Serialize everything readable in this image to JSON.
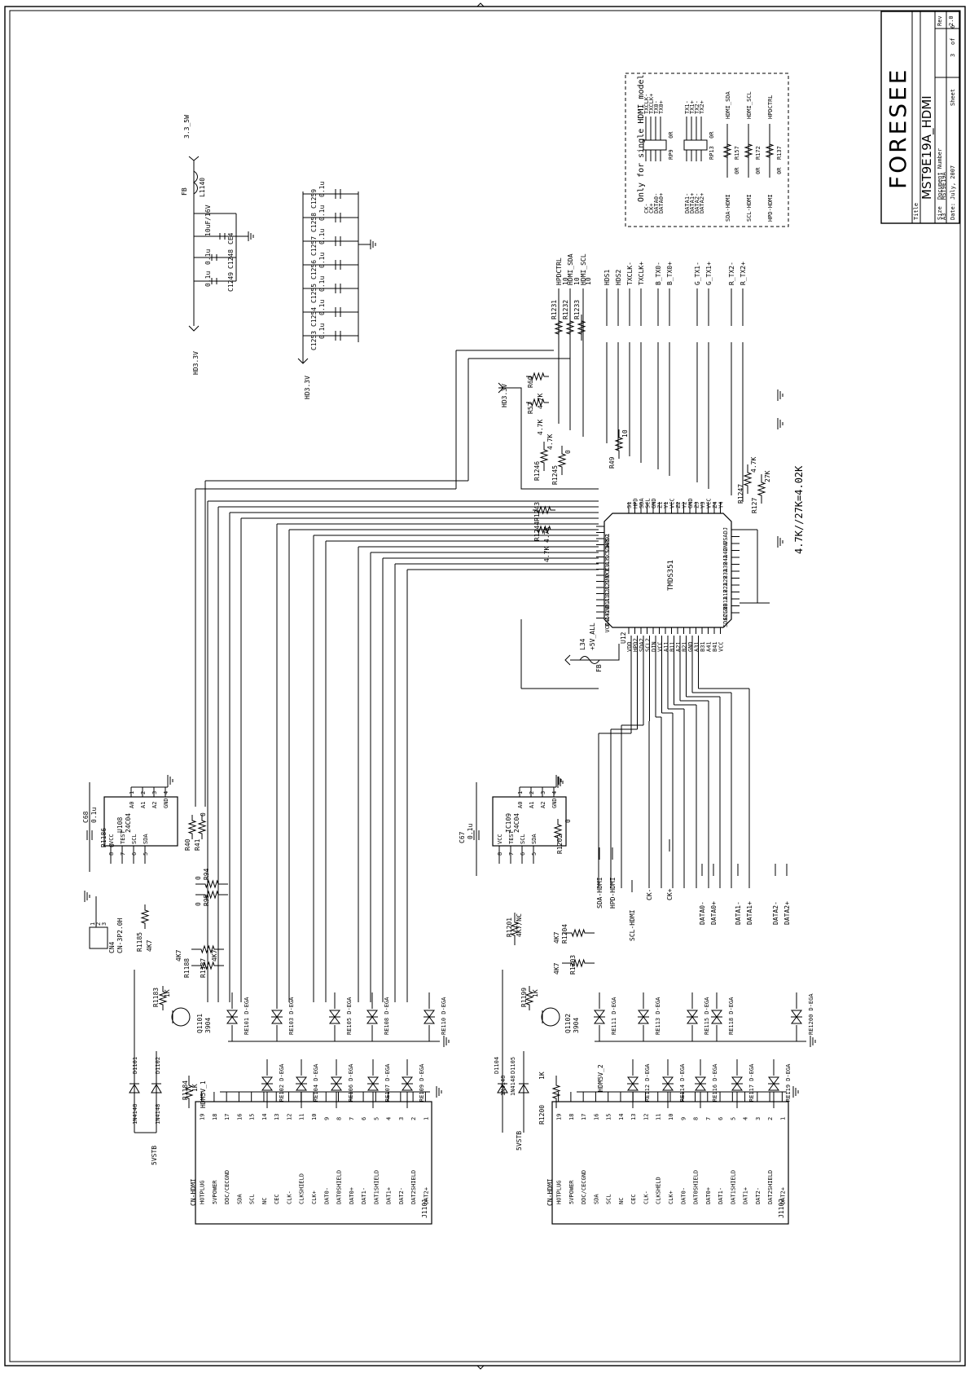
{
  "title_block": {
    "company": "FORESEE",
    "title": "MST9E19A_HDMI",
    "title_label": "Title",
    "size_label": "Size",
    "size_value": "A3",
    "docnum_label": "Document Number",
    "docnum_value": "MST9E19A",
    "date_label": "Date:",
    "date_value": "July, 2007",
    "sheet_label": "Sheet",
    "sheet_value": "3",
    "of_label": "of",
    "sheet_total": "6",
    "rev_label": "Rev",
    "rev_value": "2.0"
  },
  "note_box": {
    "heading": "Only for single HDMI model",
    "left_nets": [
      "CK-",
      "CK+",
      "DATA0-",
      "DATA0+",
      "DATA1-",
      "DATA1+",
      "DATA2-",
      "DATA2+"
    ],
    "right_nets": [
      "TXCLK-",
      "TXCLK+",
      "TX0-",
      "TX0+",
      "TX1-",
      "TX1+",
      "TX2-",
      "TX2+"
    ],
    "rp_labels": [
      "RP9",
      "0R",
      "RP13",
      "0R"
    ],
    "resistors": [
      {
        "name": "R157",
        "value": "0R",
        "left": "SDA-HDMI",
        "right": "HDMI_SDA"
      },
      {
        "name": "R172",
        "value": "0R",
        "left": "SCL-HDMI",
        "right": "HDMI_SCL"
      },
      {
        "name": "R137",
        "value": "0R",
        "left": "HPD-HDMI",
        "right": "HPDCTRL"
      }
    ]
  },
  "power_filter": {
    "rail_in": "HD3.3V",
    "rail_out": "3.3_5W",
    "ferrite_name": "L1140",
    "ferrite_type": "FB",
    "bulk_cap": "CE4",
    "bulk_value": "10uF/16V",
    "caps": [
      {
        "name": "C1248",
        "value": "0.1u"
      },
      {
        "name": "C1249",
        "value": "0.1u"
      }
    ]
  },
  "decoupling": {
    "rail": "HD3.3V",
    "caps": [
      {
        "name": "C1253",
        "value": "0.1u"
      },
      {
        "name": "C1254",
        "value": "0.1u"
      },
      {
        "name": "C1255",
        "value": "0.1u"
      },
      {
        "name": "C1256",
        "value": "0.1u"
      },
      {
        "name": "C1257",
        "value": "0.1u"
      },
      {
        "name": "C1258",
        "value": "0.1u"
      },
      {
        "name": "C1259",
        "value": "0.1u"
      }
    ]
  },
  "switch_ic": {
    "ref": "U12",
    "part": "TMDS351",
    "note": "4.7K//27K=4.02K",
    "inductor": {
      "name": "L34",
      "type": "FB",
      "net": "+5V_ALL"
    },
    "output_nets": [
      "HPDCTRL",
      "HDMI_SDA",
      "HDMI_SCL",
      "HDS1",
      "HDS2",
      "TXCLK-",
      "TXCLK+",
      "B_TX0-",
      "B_TX0+",
      "G_TX1-",
      "G_TX1+",
      "R_TX2-",
      "R_TX2+"
    ],
    "series_res": [
      {
        "name": "R1231",
        "value": "10"
      },
      {
        "name": "R1232",
        "value": "10"
      },
      {
        "name": "R1233",
        "value": "10"
      }
    ],
    "pull_res": [
      {
        "name": "R60",
        "value": "4.7K"
      },
      {
        "name": "R57",
        "value": "4.7K"
      },
      {
        "name": "R1246",
        "value": "4.7K"
      },
      {
        "name": "R1245",
        "value": "0"
      },
      {
        "name": "R49",
        "value": "10"
      },
      {
        "name": "R1243",
        "value": "4.7K"
      },
      {
        "name": "R1244",
        "value": "4.7K"
      },
      {
        "name": "R1247",
        "value": "4.7K"
      },
      {
        "name": "R127",
        "value": "27K"
      }
    ],
    "pull_rail": "HD3.3V",
    "pins_top": [
      "S1",
      "HPD",
      "SDA",
      "SCL",
      "GND",
      "Z1",
      "Y1",
      "VCC",
      "Z2",
      "Y2",
      "GND",
      "Z3",
      "Y3",
      "VCC",
      "Z4",
      "Y4"
    ],
    "pins_right": [
      "VSADJ",
      "GND",
      "A42",
      "B42",
      "A32",
      "B32",
      "A22",
      "B22",
      "A12",
      "B12",
      "GND",
      "SCL2",
      "SDA2"
    ],
    "pins_bottom": [
      "VDD",
      "HPD2",
      "SDA2",
      "SCL2",
      "DIN",
      "VCC",
      "A11",
      "B11",
      "A21",
      "B21",
      "GND",
      "A31",
      "B31",
      "A41",
      "B41",
      "VCC"
    ],
    "pins_left": [
      "S2",
      "HPD1",
      "SDA1",
      "SCL1",
      "A31",
      "B31",
      "VCC",
      "GND",
      "A21",
      "B21",
      "A11",
      "B11",
      "GND",
      "A41",
      "B41",
      "VCC"
    ]
  },
  "port1": {
    "connector": "CN-HDMI",
    "ref": "J1101",
    "pins": [
      {
        "n": "19",
        "name": "HOTPLUG"
      },
      {
        "n": "18",
        "name": "5VPOWER"
      },
      {
        "n": "17",
        "name": "DDC/CECGND"
      },
      {
        "n": "16",
        "name": "SDA"
      },
      {
        "n": "15",
        "name": "SCL"
      },
      {
        "n": "14",
        "name": "NC"
      },
      {
        "n": "13",
        "name": "CEC"
      },
      {
        "n": "12",
        "name": "CLK-"
      },
      {
        "n": "11",
        "name": "CLKSHIELD"
      },
      {
        "n": "10",
        "name": "CLK+"
      },
      {
        "n": "9",
        "name": "DAT0-"
      },
      {
        "n": "8",
        "name": "DAT0SHIELD"
      },
      {
        "n": "7",
        "name": "DAT0+"
      },
      {
        "n": "6",
        "name": "DAT1-"
      },
      {
        "n": "5",
        "name": "DAT1SHIELD"
      },
      {
        "n": "4",
        "name": "DAT1+"
      },
      {
        "n": "3",
        "name": "DAT2-"
      },
      {
        "n": "2",
        "name": "DAT2SHIELD"
      },
      {
        "n": "1",
        "name": "DAT2+"
      }
    ],
    "eeprom": {
      "ref": "U108",
      "part": "24C04",
      "pins": [
        "A0",
        "A1",
        "A2",
        "GND",
        "VCC",
        "TEST",
        "SCL",
        "SDA"
      ],
      "pin_nums": [
        "1",
        "2",
        "3",
        "4",
        "8",
        "7",
        "6",
        "5"
      ]
    },
    "cap": {
      "name": "C68",
      "value": "0.1u"
    },
    "cap_res": {
      "name": "R1186",
      "value": "0"
    },
    "i2c_res": [
      {
        "name": "R40",
        "value": "0"
      },
      {
        "name": "R41",
        "value": "0"
      },
      {
        "name": "R94",
        "value": "0"
      },
      {
        "name": "R95",
        "value": "0"
      }
    ],
    "header": {
      "ref": "CN4",
      "part": "CN-3P2.0H",
      "pins": [
        "1",
        "2",
        "3"
      ]
    },
    "pullups": [
      {
        "name": "R1185",
        "value": "4K7"
      },
      {
        "name": "R1188",
        "value": "4K7"
      },
      {
        "name": "R1187",
        "value": "4K7"
      }
    ],
    "transistor": {
      "ref": "Q1101",
      "part": "3904",
      "base_res": "R1183",
      "base_val": "1K"
    },
    "diodes": [
      {
        "ref": "D1101",
        "part": "1N4148"
      },
      {
        "ref": "D1102",
        "part": "1N4148"
      }
    ],
    "hpd_res": {
      "name": "R1184",
      "value": "1K"
    },
    "rail": "5VSTB",
    "hdmi_5v": "HDM5V_1",
    "esd": [
      "RE101 D-EGA",
      "RE103 D-EGA",
      "RE105 D-EGA",
      "RE108 D-EGA",
      "RE110 D-EGA",
      "RE102 D-EGA",
      "RE104 D-EGA",
      "RE106 D-EGA",
      "RE107 D-EGA",
      "RE109 D-EGA"
    ]
  },
  "port2": {
    "connector": "CN-HDMI",
    "ref": "J1102",
    "pins": [
      {
        "n": "19",
        "name": "HOTPLUG"
      },
      {
        "n": "18",
        "name": "5VPOWER"
      },
      {
        "n": "17",
        "name": "DDC/CECGND"
      },
      {
        "n": "16",
        "name": "SDA"
      },
      {
        "n": "15",
        "name": "SCL"
      },
      {
        "n": "14",
        "name": "NC"
      },
      {
        "n": "13",
        "name": "CEC"
      },
      {
        "n": "12",
        "name": "CLK-"
      },
      {
        "n": "11",
        "name": "CLKSHELD"
      },
      {
        "n": "10",
        "name": "CLK+"
      },
      {
        "n": "9",
        "name": "DAT0-"
      },
      {
        "n": "8",
        "name": "DAT0SHIELD"
      },
      {
        "n": "7",
        "name": "DAT0+"
      },
      {
        "n": "6",
        "name": "DAT1-"
      },
      {
        "n": "5",
        "name": "DAT1SHIELD"
      },
      {
        "n": "4",
        "name": "DAT1+"
      },
      {
        "n": "3",
        "name": "DAT2-"
      },
      {
        "n": "2",
        "name": "DAT2SHIELD"
      },
      {
        "n": "1",
        "name": "DAT2+"
      }
    ],
    "eeprom": {
      "ref": "IC109",
      "part": "24C04",
      "pins": [
        "A0",
        "A1",
        "A2",
        "GND",
        "VCC",
        "TEST",
        "SCL",
        "SDA"
      ],
      "pin_nums": [
        "1",
        "2",
        "3",
        "4",
        "8",
        "7",
        "6",
        "5"
      ]
    },
    "cap": {
      "name": "C67",
      "value": "0.1u"
    },
    "gnd_res": {
      "name": "R1202",
      "value": "0"
    },
    "nets": [
      "SCL-HDMI",
      "SDA-HDMI",
      "HPD-HDMI",
      "CK-",
      "CK+",
      "DATA0-",
      "DATA0+",
      "DATA1-",
      "DATA1+",
      "DATA2-",
      "DATA2+"
    ],
    "pullups": [
      {
        "name": "R1201",
        "value": "4K7/NC"
      },
      {
        "name": "R1204",
        "value": "4K7"
      },
      {
        "name": "R1203",
        "value": "4K7"
      }
    ],
    "transistor": {
      "ref": "Q1102",
      "part": "3904",
      "base_res": "R1199",
      "base_val": "1K"
    },
    "diodes": [
      {
        "ref": "D1104",
        "part": "1N4148"
      },
      {
        "ref": "D1105",
        "part": "1N4148"
      }
    ],
    "hpd_res": {
      "name": "R1200",
      "value": "1K"
    },
    "rail": "5VSTB",
    "hdmi_5v": "HDM5V_2",
    "esd": [
      "RE111 D-EGA",
      "RE113 D-EGA",
      "RE115 D-EGA",
      "RE118 D-EGA",
      "RE1200 D-EGA",
      "RE112 D-EGA",
      "RE114 D-EGA",
      "RE116 D-EGA",
      "RE117 D-EGA",
      "RE119 D-EGA"
    ]
  }
}
